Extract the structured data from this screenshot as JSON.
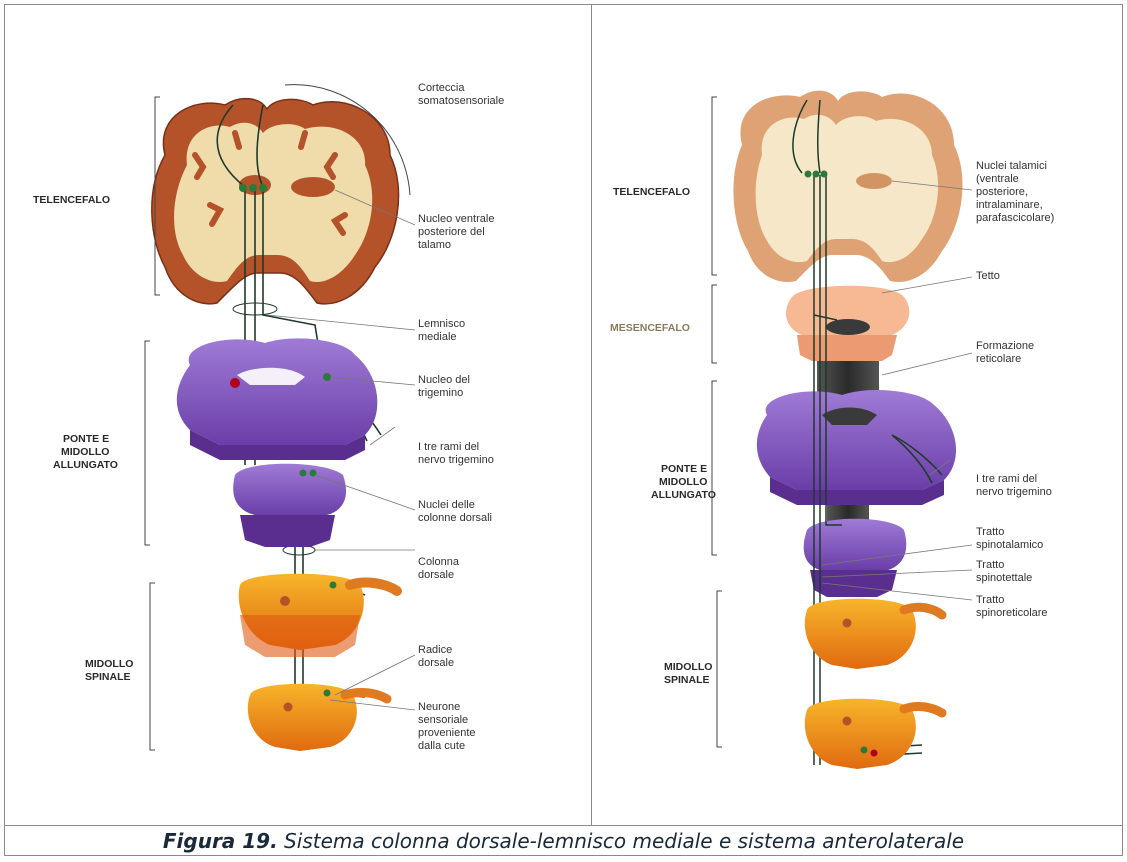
{
  "left": {
    "regions": {
      "telencefalo": "TELENCEFALO",
      "ponte_1": "PONTE E",
      "ponte_2": "MIDOLLO",
      "ponte_3": "ALLUNGATO",
      "midollo_1": "MIDOLLO",
      "midollo_2": "SPINALE"
    },
    "labels": {
      "corteccia_1": "Corteccia",
      "corteccia_2": "somatosensoriale",
      "nucleo_vp_1": "Nucleo ventrale",
      "nucleo_vp_2": "posteriore del",
      "nucleo_vp_3": "talamo",
      "lemnisco_1": "Lemnisco",
      "lemnisco_2": "mediale",
      "trigemino_1": "Nucleo del",
      "trigemino_2": "trigemino",
      "rami_1": "I tre rami del",
      "rami_2": "nervo trigemino",
      "nuclei_col_1": "Nuclei delle",
      "nuclei_col_2": "colonne dorsali",
      "colonna_1": "Colonna",
      "colonna_2": "dorsale",
      "radice_1": "Radice",
      "radice_2": "dorsale",
      "neurone_1": "Neurone",
      "neurone_2": "sensoriale",
      "neurone_3": "proveniente",
      "neurone_4": "dalla cute"
    }
  },
  "right": {
    "regions": {
      "telencefalo": "TELENCEFALO",
      "mesencefalo": "MESENCEFALO",
      "ponte_1": "PONTE E",
      "ponte_2": "MIDOLLO",
      "ponte_3": "ALLUNGATO",
      "midollo_1": "MIDOLLO",
      "midollo_2": "SPINALE"
    },
    "labels": {
      "nuclei_tal_1": "Nuclei talamici",
      "nuclei_tal_2": "(ventrale",
      "nuclei_tal_3": "posteriore,",
      "nuclei_tal_4": "intralaminare,",
      "nuclei_tal_5": "parafascicolare)",
      "tetto": "Tetto",
      "formazione_1": "Formazione",
      "formazione_2": "reticolare",
      "rami_1": "I tre rami del",
      "rami_2": "nervo trigemino",
      "spinotal_1": "Tratto",
      "spinotal_2": "spinotalamico",
      "spinotet_1": "Tratto",
      "spinotet_2": "spinotettale",
      "spinoret_1": "Tratto",
      "spinoret_2": "spinoreticolare"
    }
  },
  "caption": {
    "figure": "Figura 19.",
    "text": " Sistema colonna dorsale-lemnisco mediale e sistema anterolaterale"
  },
  "colors": {
    "cortex": "#b4532a",
    "white_matter": "#f0dcaa",
    "pons": "#8a5cc0",
    "spinal": "#f29a1a",
    "mesencephalon": "#f6b993",
    "reticular": "#3a3a3a",
    "axon": "#1e3a2a",
    "nucleus": "#2a7a3a"
  }
}
